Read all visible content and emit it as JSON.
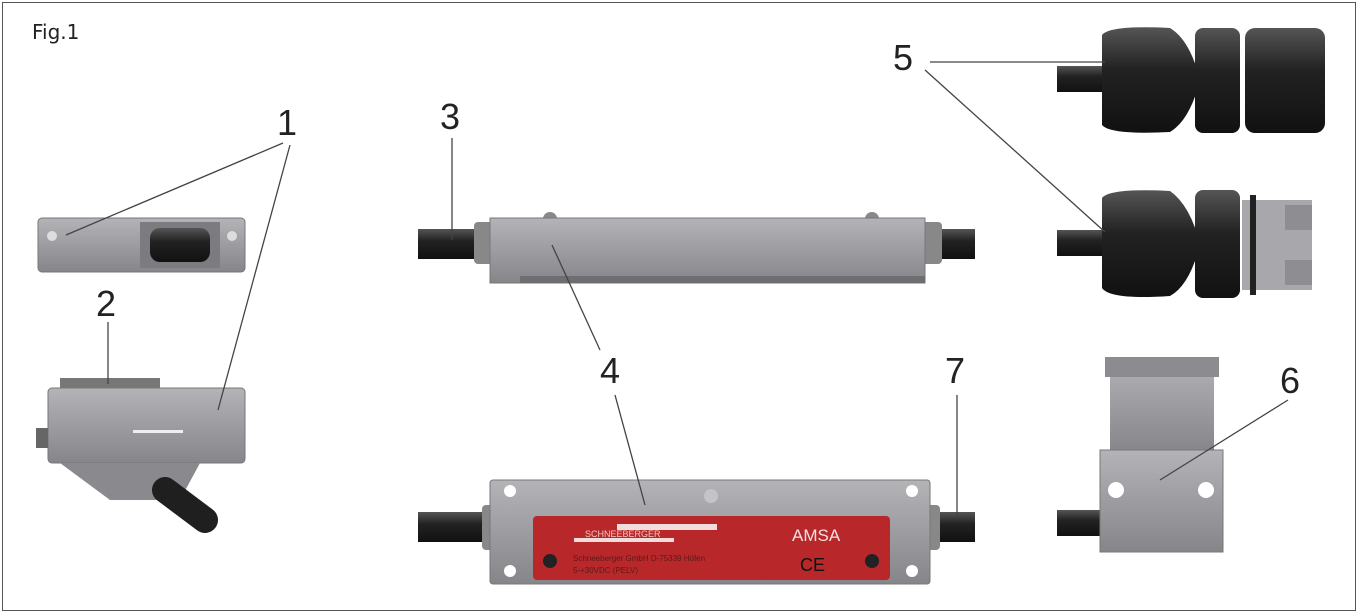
{
  "figure_label": "Fig.1",
  "callouts": [
    "1",
    "2",
    "3",
    "4",
    "5",
    "6",
    "7"
  ],
  "nameplate": {
    "logo": "SCHNEEBERGER",
    "model": "AMSA",
    "mark": "CE",
    "line1": "Schneeberger GmbH D-75339 Höfen",
    "line2": "5-+30VDC (PELV)"
  },
  "colors": {
    "body": "#9a9a9e",
    "cable": "#1f1f1f",
    "nameplate": "#b8282a",
    "leader": "#444444"
  }
}
